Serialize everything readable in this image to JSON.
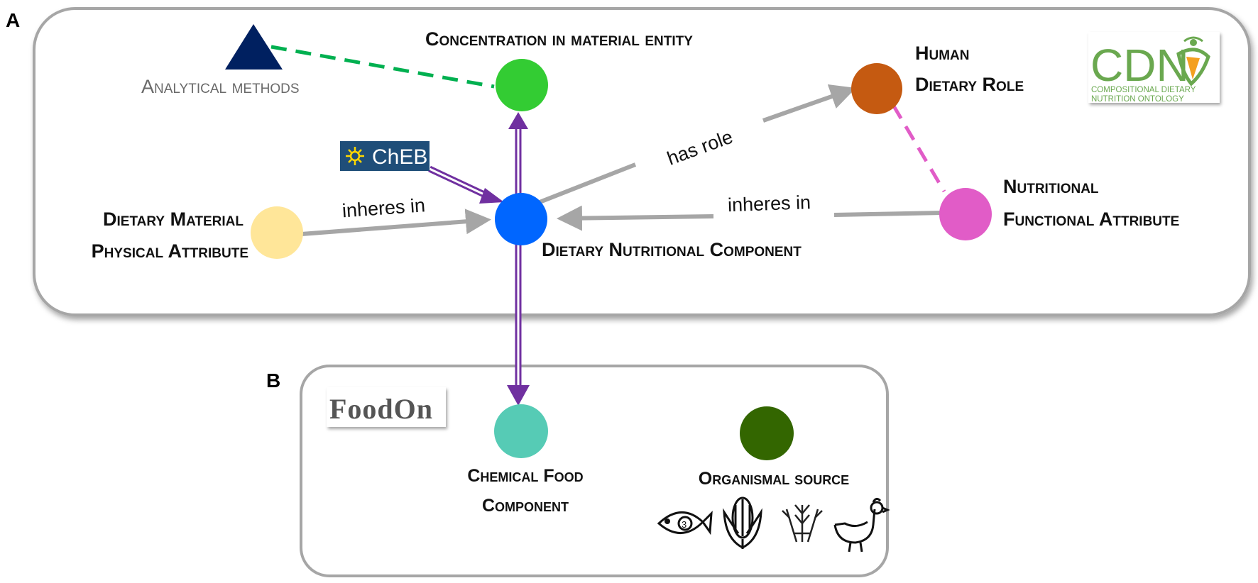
{
  "panels": {
    "a_letter": "A",
    "b_letter": "B"
  },
  "logos": {
    "cdno_letters": "CDN",
    "cdno_line1": "COMPOSITIONAL DIETARY",
    "cdno_line2": "NUTRITION ONTOLOGY",
    "chebi": "ChEBI",
    "foodon": "FoodOn"
  },
  "nodes": {
    "concentration": {
      "label": "Concentration in material entity",
      "color": "#33cc33"
    },
    "human_role": {
      "label_line1": "Human",
      "label_line2": "Dietary Role",
      "color": "#c55a11"
    },
    "nutritional_attr": {
      "label_line1": "Nutritional",
      "label_line2": "Functional Attribute",
      "color": "#e15cc7"
    },
    "physical_attr": {
      "label_line1": "Dietary Material",
      "label_line2": "Physical Attribute",
      "color": "#ffe699"
    },
    "component": {
      "label": "Dietary Nutritional Component",
      "color": "#0066ff"
    },
    "chemical": {
      "label_line1": "Chemical Food",
      "label_line2": "Component",
      "color": "#56cbb5"
    },
    "organismal": {
      "label": "Organismal source",
      "color": "#336600"
    },
    "analytical": {
      "label": "Analytical methods",
      "color": "#002060"
    }
  },
  "edges": {
    "has_role": "has role",
    "inheres_left": "inheres in",
    "inheres_right": "inheres in"
  },
  "colors": {
    "gray_arrow": "#a6a6a6",
    "purple_arrow": "#7030a0",
    "green_dash": "#00b050",
    "pink_dash": "#e15cc7",
    "chebi_bg": "#1f4e79",
    "chebi_icon": "#ffd700"
  },
  "icons": [
    "fish-icon",
    "corn-icon",
    "wheat-icon",
    "chicken-icon"
  ]
}
